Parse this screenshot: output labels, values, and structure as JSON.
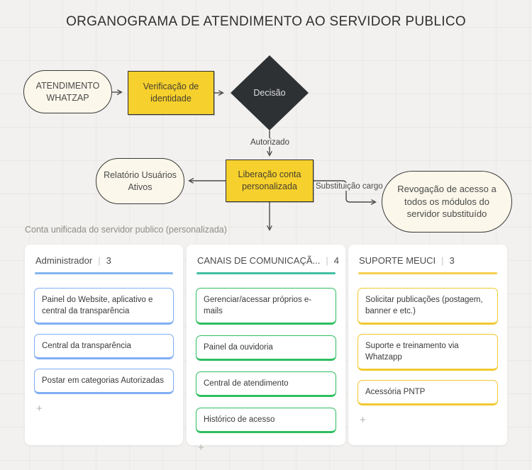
{
  "title": "ORGANOGRAMA DE ATENDIMENTO AO SERVIDOR PUBLICO",
  "flowchart": {
    "nodes": {
      "atendimento": "ATENDIMENTO WHATZAP",
      "verificacao": "Verificação de identidade",
      "decisao": "Decisão",
      "relatorio": "Relatório Usuários Ativos",
      "liberacao": "Liberação conta personalizada",
      "revogacao": "Revogação de acesso a todos os módulos do servidor substituído"
    },
    "edge_labels": {
      "autorizado": "Autorizado",
      "substituicao": "Substituição cargo"
    }
  },
  "board": {
    "caption": "Conta unificada do servidor publico (personalizada)",
    "separator": "|",
    "add_card_label": "+",
    "columns": [
      {
        "title": "Administrador",
        "count": "3",
        "accent": "#82B6F2",
        "card_border": "#7FAEF4",
        "cards": [
          "Painel do Website, aplicativo e central da transparência",
          "Central da transparência",
          "Postar em categorias Autorizadas"
        ]
      },
      {
        "title": "CANAIS DE COMUNICAÇÃ...",
        "count": "4",
        "accent": "#41C0A0",
        "card_border": "#2EBE5F",
        "cards": [
          "Gerenciar/acessar  próprios e-mails",
          "Painel da ouvidoria",
          "Central de atendimento",
          "Histórico de acesso"
        ]
      },
      {
        "title": "SUPORTE MEUCI",
        "count": "3",
        "accent": "#F5CE4D",
        "card_border": "#F1C92F",
        "cards": [
          "Solicitar publicações  (postagem, banner e etc.)",
          "Suporte e treinamento via Whatzapp",
          "Acessória PNTP"
        ]
      }
    ]
  },
  "colors": {
    "canvas_bg": "#F2F1EF",
    "node_yellow": "#F6D02C",
    "node_dark": "#2E3134",
    "node_cream": "#FBF7EA",
    "connector": "#4A4A4A"
  }
}
